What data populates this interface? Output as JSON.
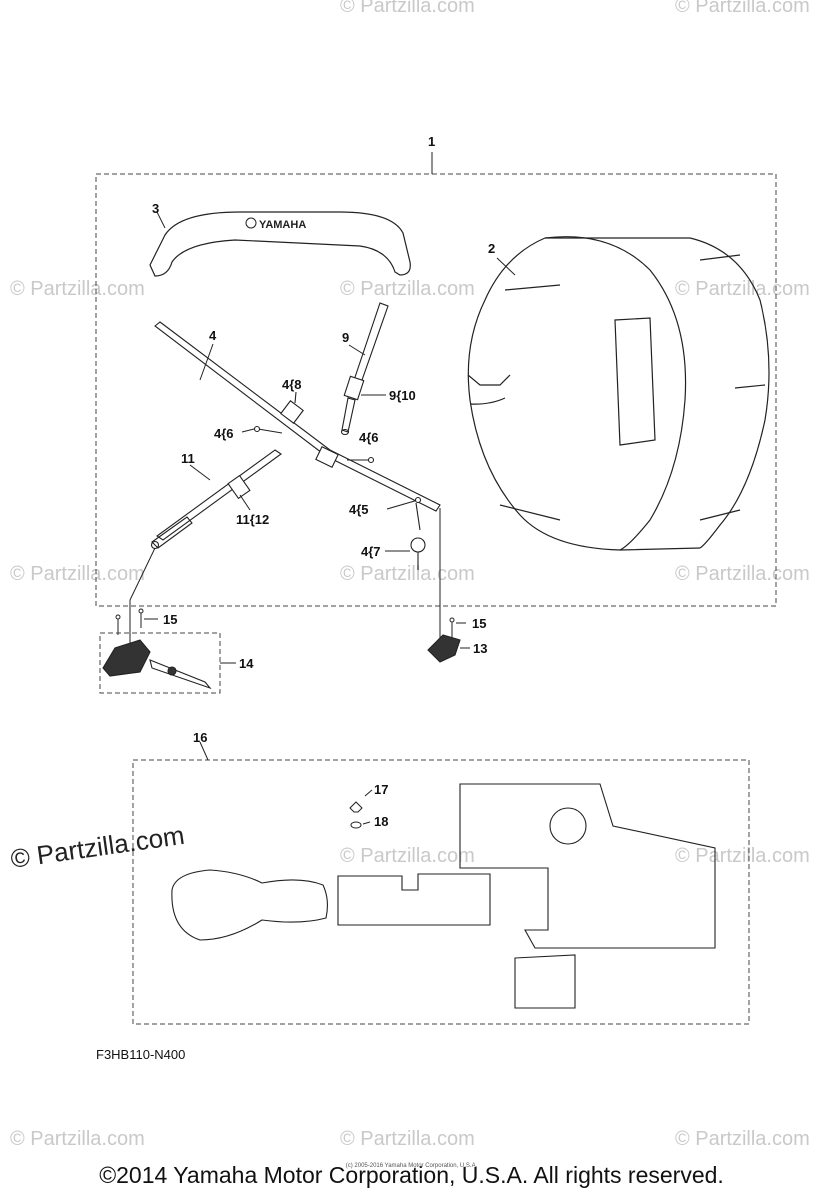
{
  "watermark": "© Partzilla.com",
  "brand_on_pad": "YAMAHA",
  "callouts": {
    "c1": "1",
    "c2": "2",
    "c3": "3",
    "c4": "4",
    "c4_8": "4{8",
    "c4_6a": "4{6",
    "c4_6b": "4{6",
    "c4_5": "4{5",
    "c4_7": "4{7",
    "c9": "9",
    "c9_10": "9{10",
    "c11": "11",
    "c11_12": "11{12",
    "c13": "13",
    "c14": "14",
    "c15a": "15",
    "c15b": "15",
    "c16": "16",
    "c17": "17",
    "c18": "18"
  },
  "diagram_code": "F3HB110-N400",
  "copyright": "©2014 Yamaha Motor Corporation, U.S.A. All rights reserved.",
  "fine_print": "(c) 2005-2016 Yamaha Motor Corporation, U.S.A."
}
